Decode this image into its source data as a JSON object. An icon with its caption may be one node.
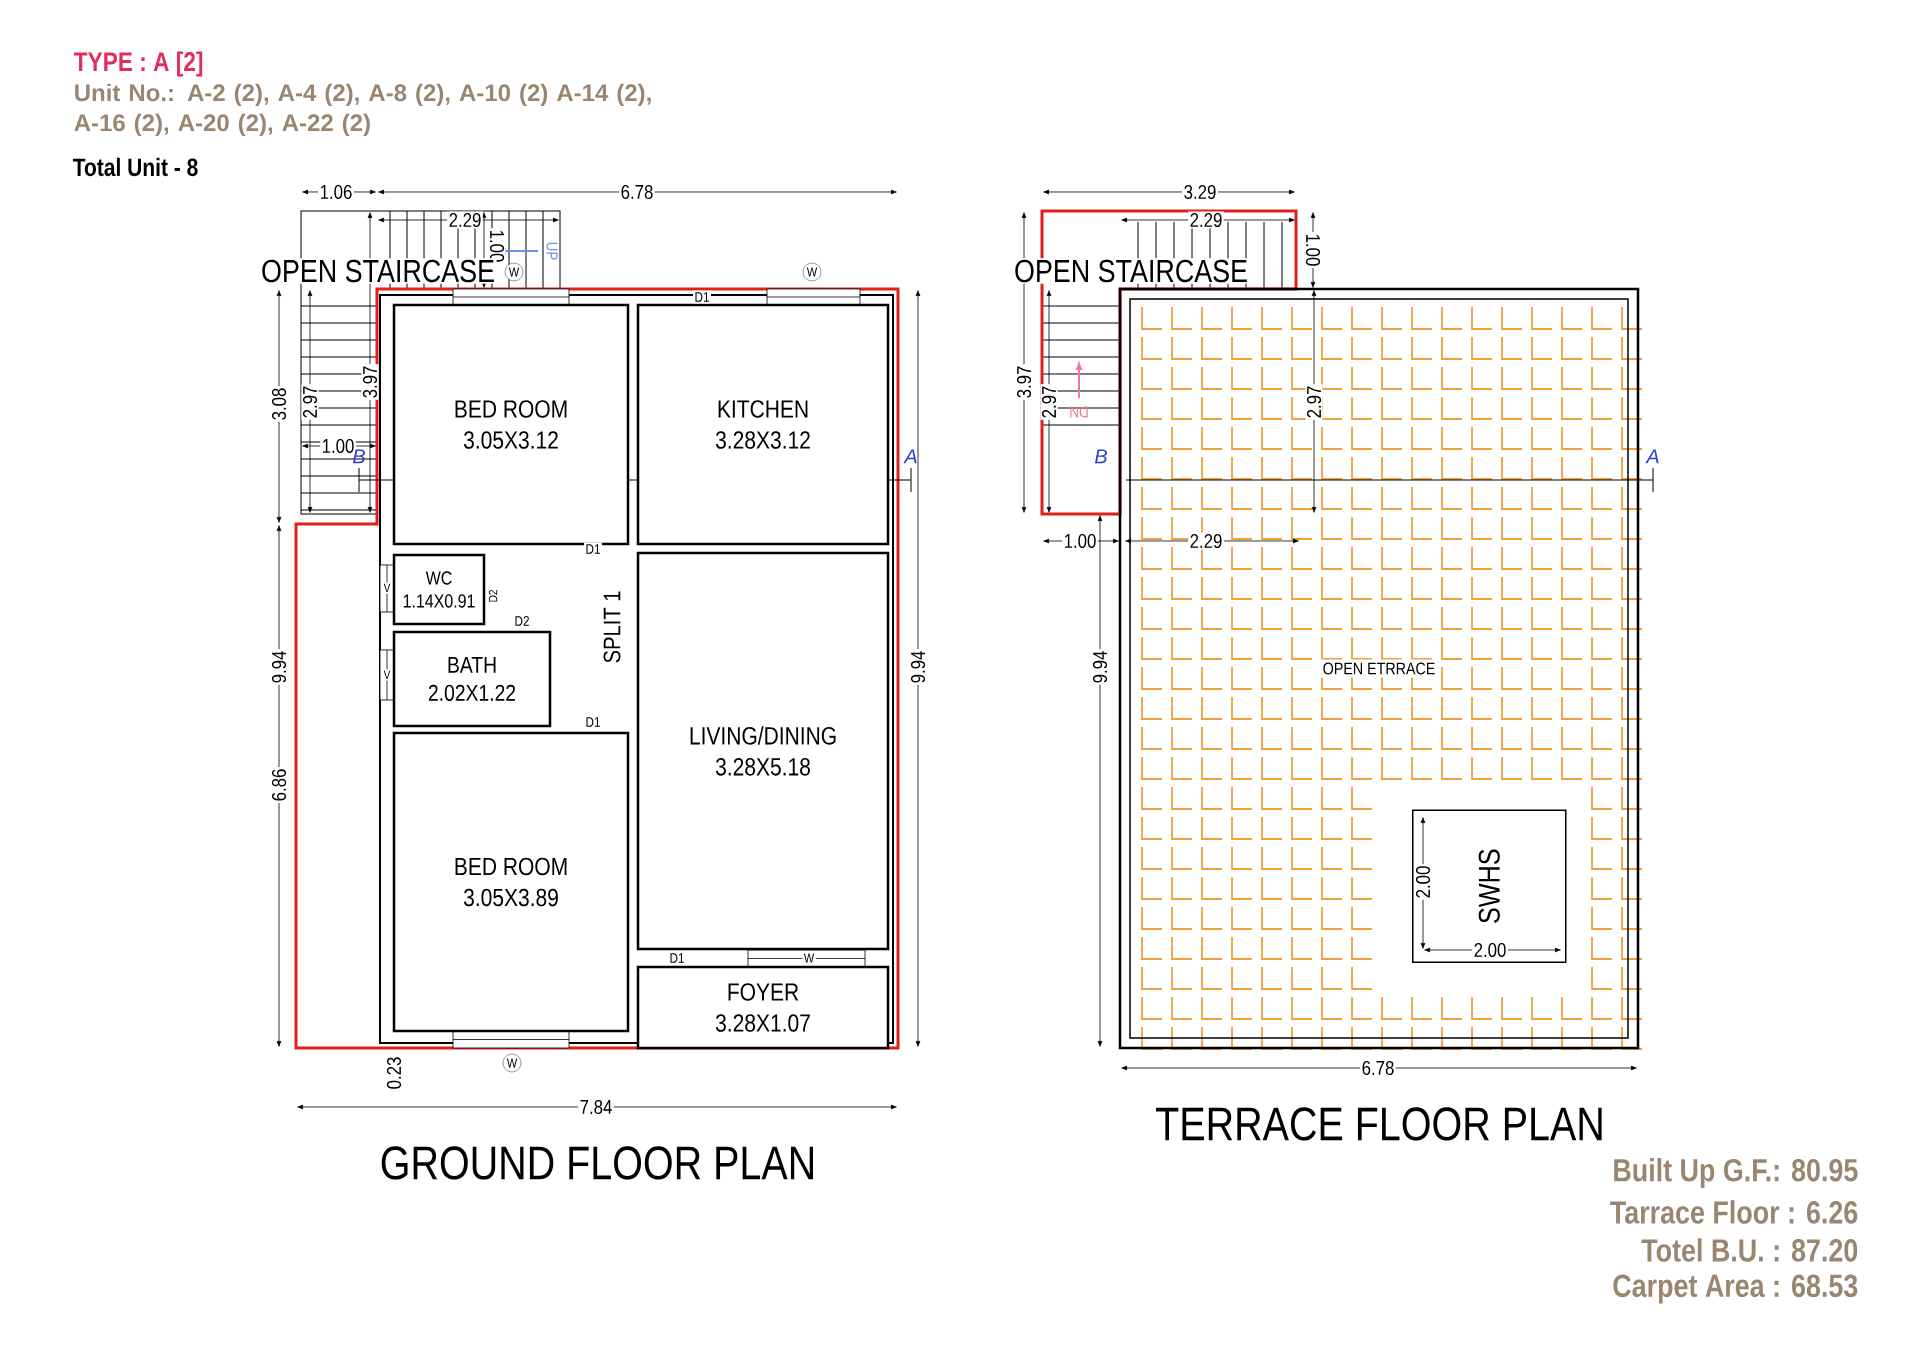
{
  "diagram": {
    "title": "GROUND FLOOR PLAN",
    "nodes": [
      {
        "text": [
          "BED ROOM",
          "3.05X3.12"
        ]
      },
      {
        "text": [
          "KITCHEN",
          "3.28X3.12"
        ]
      },
      {
        "text": [
          "WC",
          "1.14X0.91"
        ]
      },
      {
        "text": [
          "BATH",
          "2.02X1.22"
        ]
      },
      {
        "text": [
          "LIVING/DINING",
          "3.28X5.18"
        ]
      },
      {
        "text": [
          "BED ROOM",
          "3.05X3.89"
        ]
      },
      {
        "text": [
          "FOYER",
          "3.28X1.07"
        ]
      },
      {
        "text": [
          "OPEN ETRRACE"
        ]
      },
      {
        "text": [
          "SWHS"
        ],
        "in": 7
      }
    ],
    "labels": [
      "TYPE : A [2]",
      "Unit No.: A-2 (2), A-4 (2), A-8 (2), A-10 (2) A-14 (2), A-16 (2), A-20 (2), A-22 (2)",
      "Total Unit - 8",
      "1.06",
      "6.78",
      "2.29",
      "1.00",
      "UP",
      "OPEN STAIRCASE",
      "W",
      "W",
      "D1",
      "3.97",
      "3.08",
      "2.97",
      "1.00",
      "B",
      "A",
      "D1",
      "V",
      "D2",
      "D2",
      "SPLIT 1",
      "V",
      "D1",
      "9.94",
      "9.94",
      "6.86",
      "D1",
      "W",
      "0.23",
      "W",
      "7.84",
      "3.29",
      "2.29",
      "1.00",
      "OPEN STAIRCASE",
      "3.97",
      "2.97",
      "DN",
      "2.97",
      "B",
      "A",
      "1.00",
      "2.29",
      "9.94",
      "2.00",
      "2.00",
      "6.78",
      "TERRACE FLOOR PLAN",
      "Built Up G.F.: 80.95",
      "Tarrace Floor : 6.26",
      "Totel B.U. : 87.20",
      "Carpet Area : 68.53"
    ]
  }
}
